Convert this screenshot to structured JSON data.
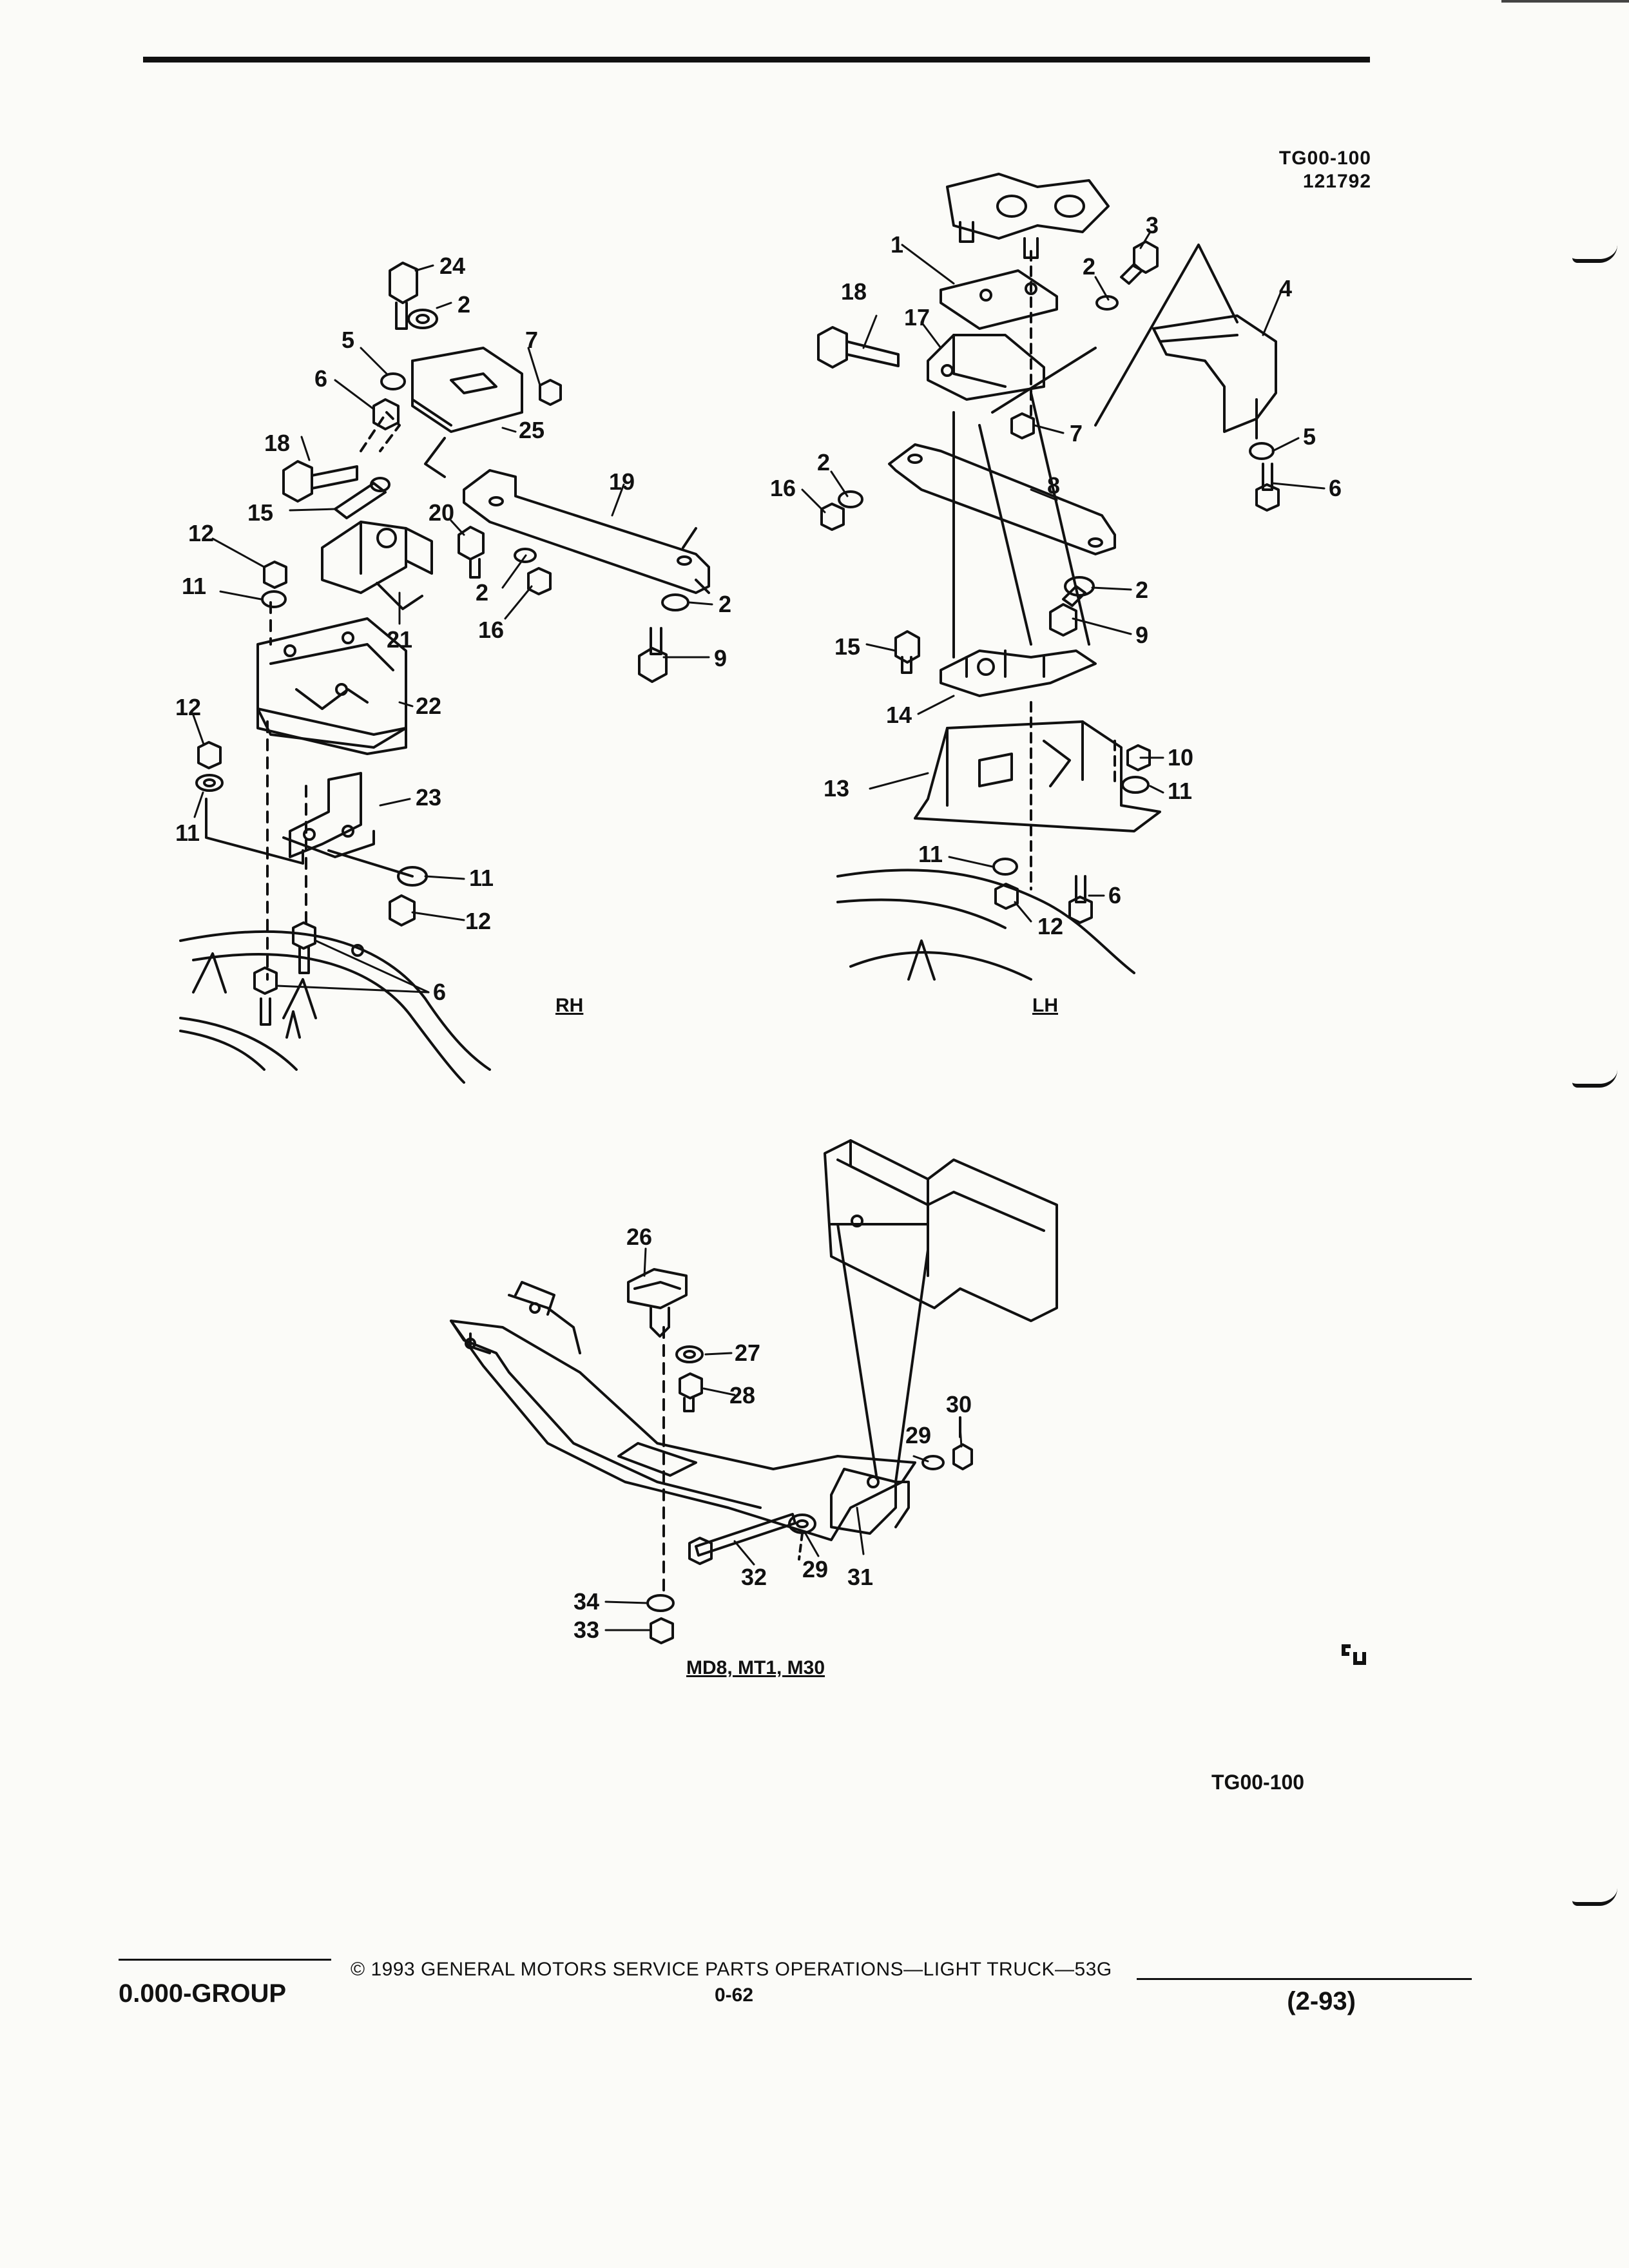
{
  "header": {
    "figure_code": "TG00-100",
    "figure_date": "121792"
  },
  "views": {
    "rh": {
      "label": "RH"
    },
    "lh": {
      "label": "LH"
    },
    "bottom": {
      "label": "MD8, MT1, M30"
    }
  },
  "callouts": {
    "rh": [
      "24",
      "2",
      "5",
      "7",
      "6",
      "25",
      "18",
      "19",
      "15",
      "20",
      "12",
      "11",
      "2",
      "2",
      "16",
      "9",
      "21",
      "22",
      "12",
      "23",
      "11",
      "11",
      "12",
      "6"
    ],
    "lh": [
      "3",
      "1",
      "2",
      "18",
      "4",
      "17",
      "7",
      "5",
      "6",
      "8",
      "2",
      "16",
      "2",
      "9",
      "15",
      "14",
      "10",
      "13",
      "11",
      "11",
      "6",
      "12"
    ],
    "bottom": [
      "26",
      "27",
      "28",
      "30",
      "29",
      "32",
      "29",
      "31",
      "34",
      "33"
    ]
  },
  "bottom_ref": "TG00-100",
  "footer": {
    "group": "0.000-GROUP",
    "copyright": "© 1993 GENERAL MOTORS SERVICE PARTS OPERATIONS—LIGHT TRUCK—53G",
    "page": "0-62",
    "date_code": "(2-93)"
  },
  "logo_icon": "gm-spo-logo-icon"
}
